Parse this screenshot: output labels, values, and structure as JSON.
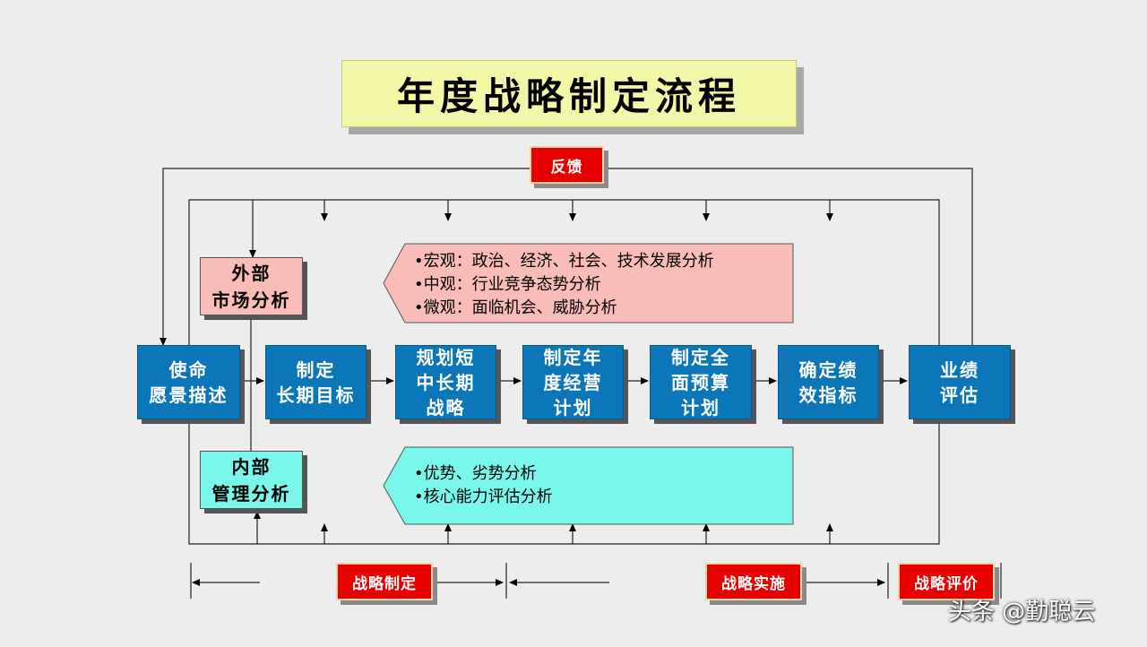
{
  "title": "年度战略制定流程",
  "feedback_label": "反馈",
  "external_analysis": "外部\n市场分析",
  "internal_analysis": "内部\n管理分析",
  "external_notes": [
    "•宏观：政治、经济、社会、技术发展分析",
    "•中观：行业竞争态势分析",
    "•微观：面临机会、威胁分析"
  ],
  "internal_notes": [
    "•优势、劣势分析",
    "•核心能力评估分析"
  ],
  "process_steps": [
    "使命\n愿景描述",
    "制定\n长期目标",
    "规划短\n中长期\n战略",
    "制定年\n度经营\n计划",
    "制定全\n面预算\n计划",
    "确定绩\n效指标",
    "业绩\n评估"
  ],
  "phases": [
    "战略制定",
    "战略实施",
    "战略评价"
  ],
  "watermark": "头条 @勤聪云",
  "colors": {
    "step_fill": "#0b77b8",
    "label_red": "#e60000",
    "external_fill": "#f9bcb8",
    "internal_fill": "#78f7ea",
    "title_fill": "#f3f7a8"
  }
}
